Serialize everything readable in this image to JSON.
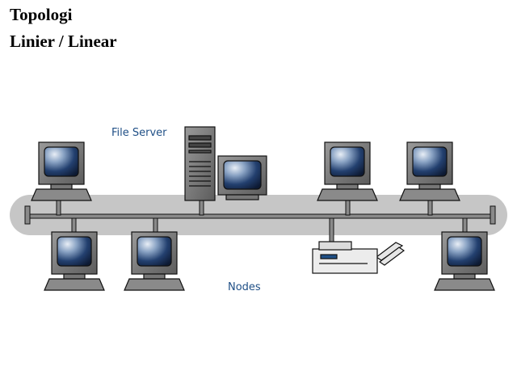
{
  "title": {
    "line1": "Topologi",
    "line2": "Linier / Linear"
  },
  "labels": {
    "file_server": "File Server",
    "nodes": "Nodes"
  },
  "colors": {
    "band": "#c6c6c6",
    "device_gray": "#6e6e6e",
    "outline": "#111111",
    "screen_dark": "#0d1a33",
    "label_blue": "#1f4f86"
  }
}
